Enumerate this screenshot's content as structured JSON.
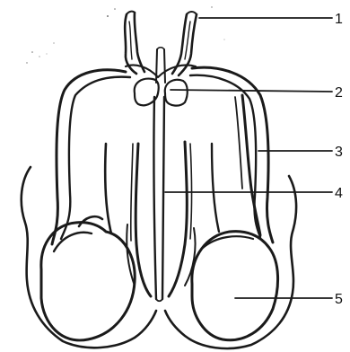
{
  "labels": [
    "1",
    "2",
    "3",
    "4",
    "5"
  ]
}
